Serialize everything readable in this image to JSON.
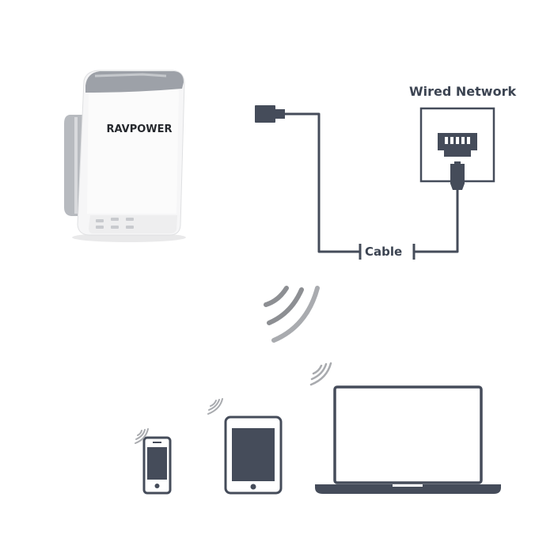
{
  "diagram": {
    "wired_network_label": "Wired Network",
    "cable_label": "Cable",
    "device": {
      "brand": "RAVPOWER"
    },
    "colors": {
      "line": "#454c5a",
      "device_body": "#f4f4f5",
      "device_accent": "#9da1a8",
      "wave_strong": "#8d8f93",
      "wave_light": "#a9abaf",
      "text": "#3c4452"
    },
    "icons": [
      "router-device",
      "ethernet-port-icon",
      "cable-connector-icon",
      "wifi-signal-icon",
      "smartphone-icon",
      "tablet-icon",
      "laptop-icon"
    ]
  }
}
